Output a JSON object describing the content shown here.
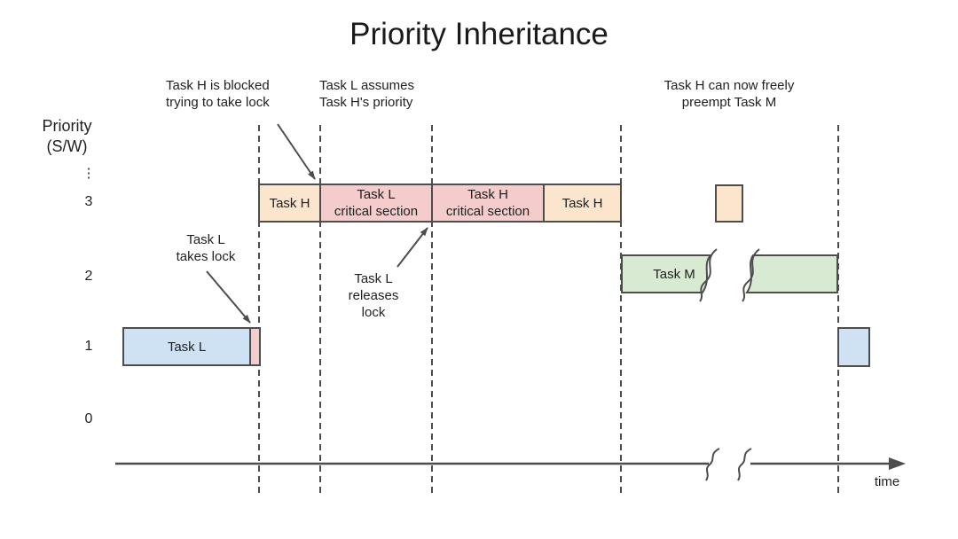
{
  "title": "Priority Inheritance",
  "y_axis": {
    "label": "Priority\n(S/W)",
    "ellipsis": "⋮",
    "ticks": [
      "3",
      "2",
      "1",
      "0"
    ]
  },
  "x_axis": {
    "label": "time"
  },
  "bars": {
    "task_h_run1": "Task H",
    "task_l_critical": "Task L\ncritical section",
    "task_h_critical": "Task H\ncritical section",
    "task_h_run2": "Task H",
    "task_m": "Task M",
    "task_l": "Task L"
  },
  "annotations": {
    "h_blocked": "Task H is blocked\ntrying to take lock",
    "l_assumes": "Task L assumes\nTask H's priority",
    "h_preempt": "Task H can now freely\npreempt Task M",
    "l_takes": "Task L\ntakes lock",
    "l_releases": "Task L\nreleases\nlock"
  },
  "colors": {
    "task_h_fill": "#fce5cd",
    "critical_fill": "#f4cccc",
    "task_l_fill": "#cfe2f3",
    "task_m_fill": "#d9ead3",
    "line": "#4d4d4d"
  }
}
